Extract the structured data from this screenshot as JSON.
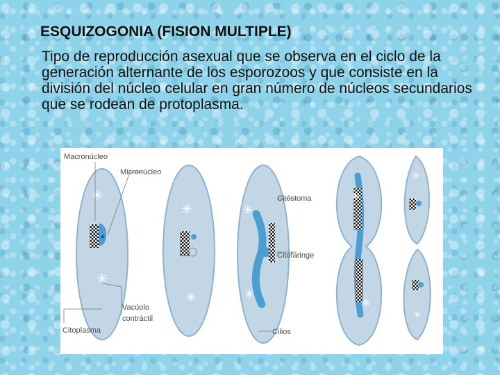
{
  "slide": {
    "title": "ESQUIZOGONIA (FISION MULTIPLE)",
    "body": "Tipo de reproducción asexual que se observa en el ciclo de la generación alternante de los esporozoos y que consiste en la división del núcleo celular en gran número de núcleos secundarios que se rodean de protoplasma."
  },
  "figure": {
    "labels": {
      "macronucleo": "Macronúcleo",
      "micronucleo": "Micronúcleo",
      "citostoma": "Citóstoma",
      "citofaringe": "Citofaringe",
      "vacuolo": "Vacúolo",
      "contractil": "contráctil",
      "citoplasma": "Citoplasma",
      "cilios": "Cilios"
    },
    "colors": {
      "cell_fill": "#c2d6e6",
      "cell_edge": "#8fb3cd",
      "nucleus": "#4a9fd0"
    }
  }
}
